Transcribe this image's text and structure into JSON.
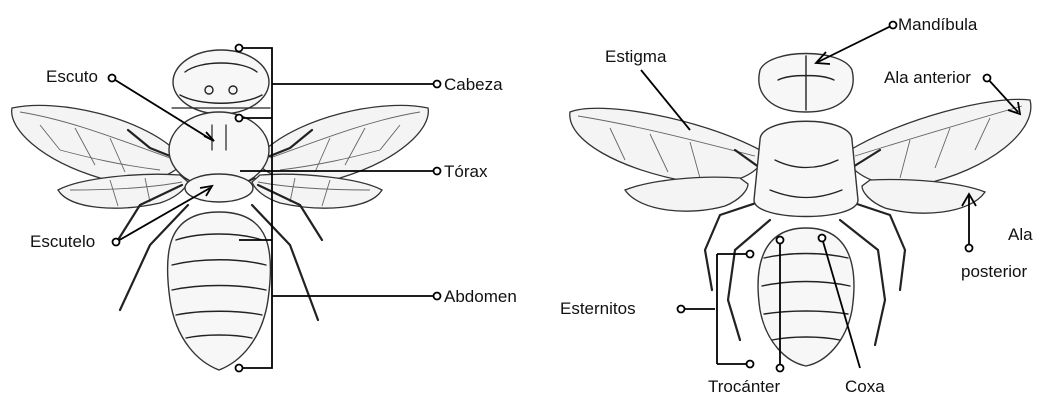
{
  "labels": {
    "dorsal": {
      "escuto": "Escuto",
      "cabeza": "Cabeza",
      "torax": "Tórax",
      "escutelo": "Escutelo",
      "abdomen": "Abdomen"
    },
    "ventral": {
      "mandibula": "Mandíbula",
      "estigma": "Estigma",
      "ala_anterior": "Ala anterior",
      "ala_posterior_1": "Ala",
      "ala_posterior_2": "posterior",
      "esternitos": "Esternitos",
      "trocanter": "Trocánter",
      "coxa": "Coxa"
    }
  }
}
